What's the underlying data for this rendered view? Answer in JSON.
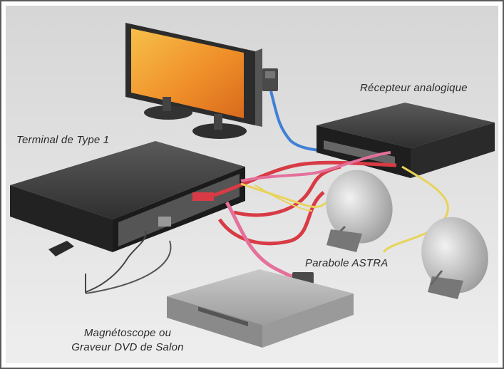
{
  "labels": {
    "receiver": "Récepteur analogique",
    "terminal": "Terminal de  Type 1",
    "dish": "Parabole ASTRA",
    "recorder_line1": "Magnétoscope ou",
    "recorder_line2": "Graveur DVD de Salon"
  },
  "colors": {
    "scart_red": "#d83b45",
    "scart_pink": "#e4709c",
    "coax_yellow": "#e8d35a",
    "blue_cable": "#3f7fd6",
    "tv_screen": "#f29a2e",
    "device_dark": "#3a3a3a",
    "recorder_silver": "#a9a9a9"
  },
  "icons": [
    "tv-icon",
    "receiver-box-icon",
    "terminal-box-icon",
    "satellite-dish-icon",
    "vcr-recorder-icon"
  ]
}
